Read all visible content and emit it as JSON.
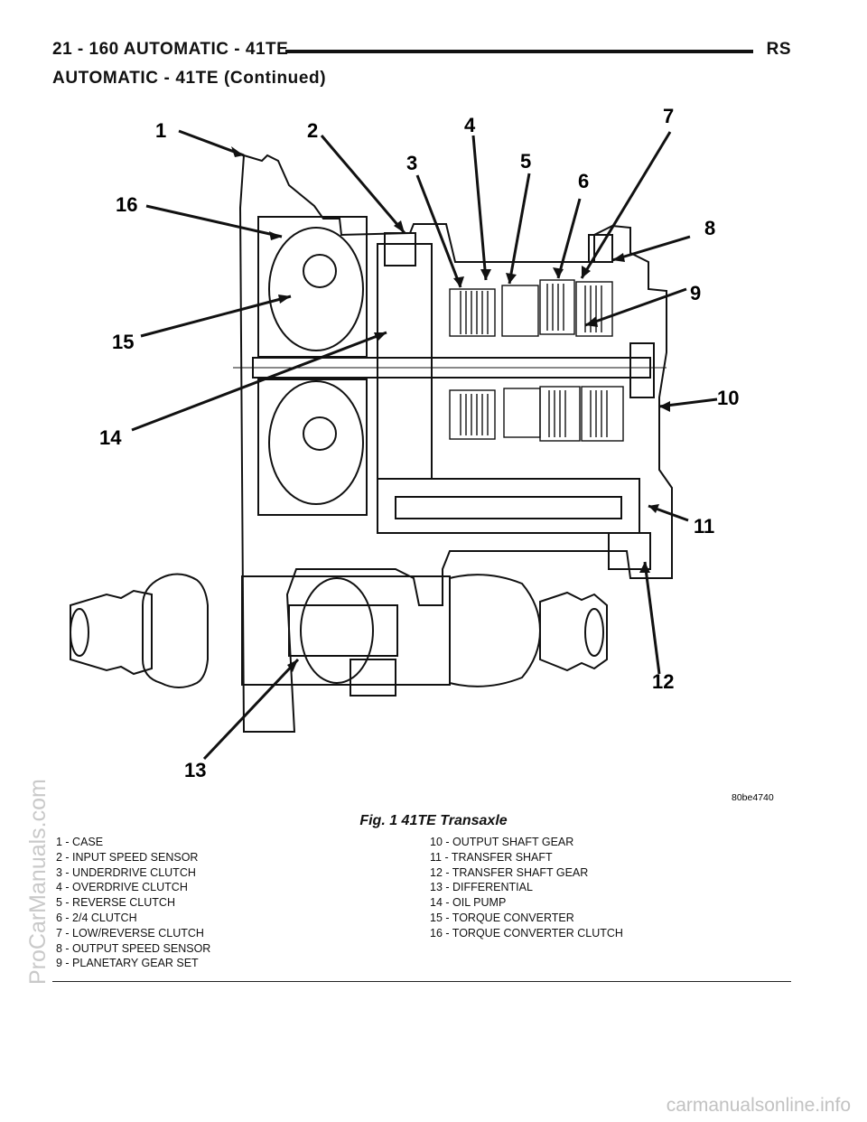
{
  "header": {
    "left": "21 - 160    AUTOMATIC - 41TE",
    "right": "RS"
  },
  "subtitle": "AUTOMATIC - 41TE (Continued)",
  "figure": {
    "id": "80be4740",
    "caption": "Fig. 1 41TE Transaxle",
    "callouts": [
      "1",
      "2",
      "3",
      "4",
      "5",
      "6",
      "7",
      "8",
      "9",
      "10",
      "11",
      "12",
      "13",
      "14",
      "15",
      "16"
    ]
  },
  "legend": {
    "left": [
      "1 - CASE",
      "2 - INPUT SPEED SENSOR",
      "3 - UNDERDRIVE CLUTCH",
      "4 - OVERDRIVE CLUTCH",
      "5 - REVERSE CLUTCH",
      "6 - 2/4 CLUTCH",
      "7 - LOW/REVERSE CLUTCH",
      "8 - OUTPUT SPEED SENSOR",
      "9 - PLANETARY GEAR SET"
    ],
    "right": [
      "10 - OUTPUT SHAFT GEAR",
      "11 - TRANSFER SHAFT",
      "12 - TRANSFER SHAFT GEAR",
      "13 - DIFFERENTIAL",
      "14 - OIL PUMP",
      "15 - TORQUE CONVERTER",
      "16 - TORQUE CONVERTER CLUTCH"
    ]
  },
  "watermark": "ProCarManuals.com",
  "footer_site": "carmanualsonline.info"
}
